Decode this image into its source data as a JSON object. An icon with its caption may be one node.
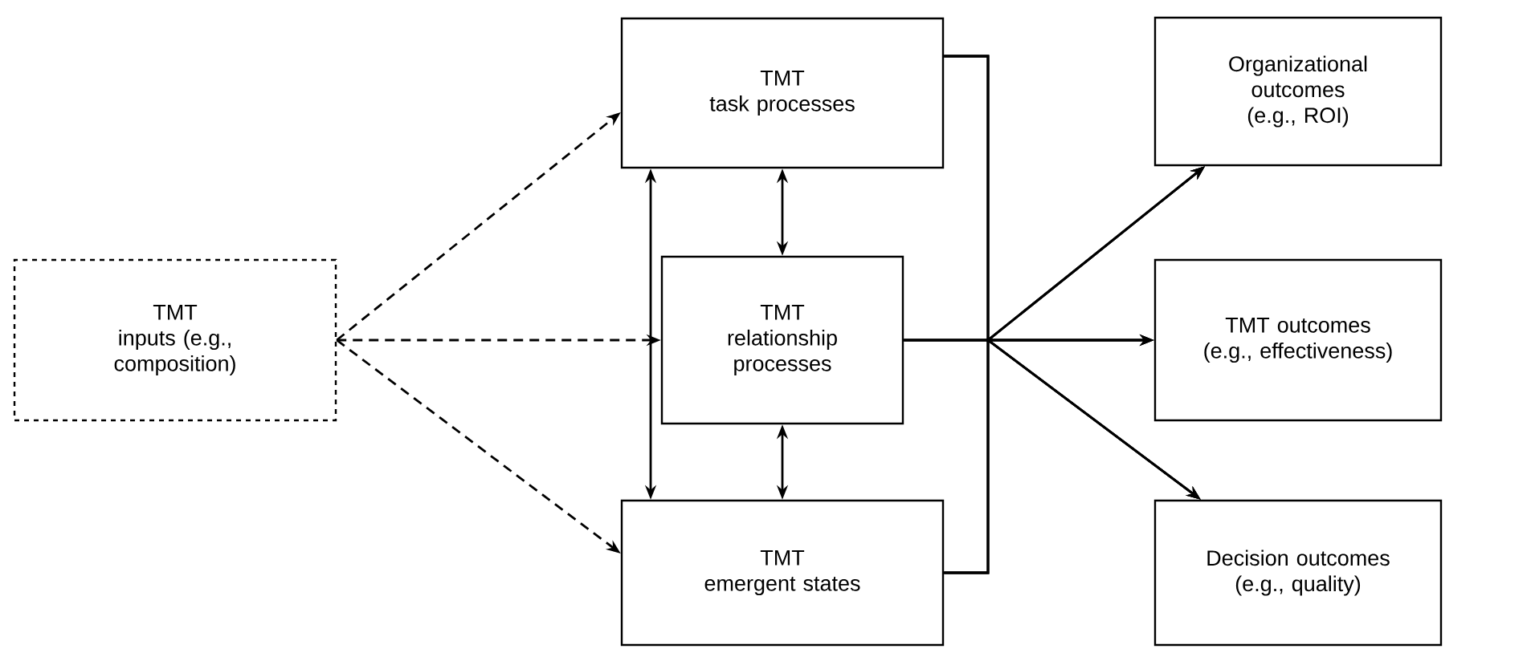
{
  "diagram": {
    "nodes": [
      {
        "text": [
          "TMT",
          "inputs (e.g., composition)"
        ]
      },
      {
        "text": [
          "TMT",
          "task processes"
        ]
      },
      {
        "text": [
          "TMT",
          "relationship processes"
        ]
      },
      {
        "text": [
          "TMT",
          "emergent states"
        ]
      },
      {
        "text": [
          "Organizational outcomes (e.g., ROI)"
        ]
      },
      {
        "text": [
          "TMT outcomes (e.g., effectiveness)"
        ]
      },
      {
        "text": [
          "Decision outcomes (e.g., quality)"
        ]
      }
    ],
    "edges": [
      {
        "from": 0,
        "to": 1,
        "arrow": "to",
        "style": "dashed"
      },
      {
        "from": 0,
        "to": 2,
        "arrow": "to",
        "style": "dashed"
      },
      {
        "from": 0,
        "to": 3,
        "arrow": "to",
        "style": "dashed"
      },
      {
        "from": 1,
        "to": 2,
        "arrow": "both"
      },
      {
        "from": 2,
        "to": 3,
        "arrow": "both"
      },
      {
        "from": 1,
        "to": 3,
        "arrow": "both"
      },
      {
        "from": 1,
        "to": 4,
        "arrow": "to"
      },
      {
        "from": 1,
        "to": 5,
        "arrow": "to"
      },
      {
        "from": 1,
        "to": 6,
        "arrow": "to"
      },
      {
        "from": 2,
        "to": 4,
        "arrow": "to"
      },
      {
        "from": 2,
        "to": 5,
        "arrow": "to"
      },
      {
        "from": 2,
        "to": 6,
        "arrow": "to"
      },
      {
        "from": 3,
        "to": 4,
        "arrow": "to"
      },
      {
        "from": 3,
        "to": 5,
        "arrow": "to"
      },
      {
        "from": 3,
        "to": 6,
        "arrow": "to"
      }
    ]
  }
}
